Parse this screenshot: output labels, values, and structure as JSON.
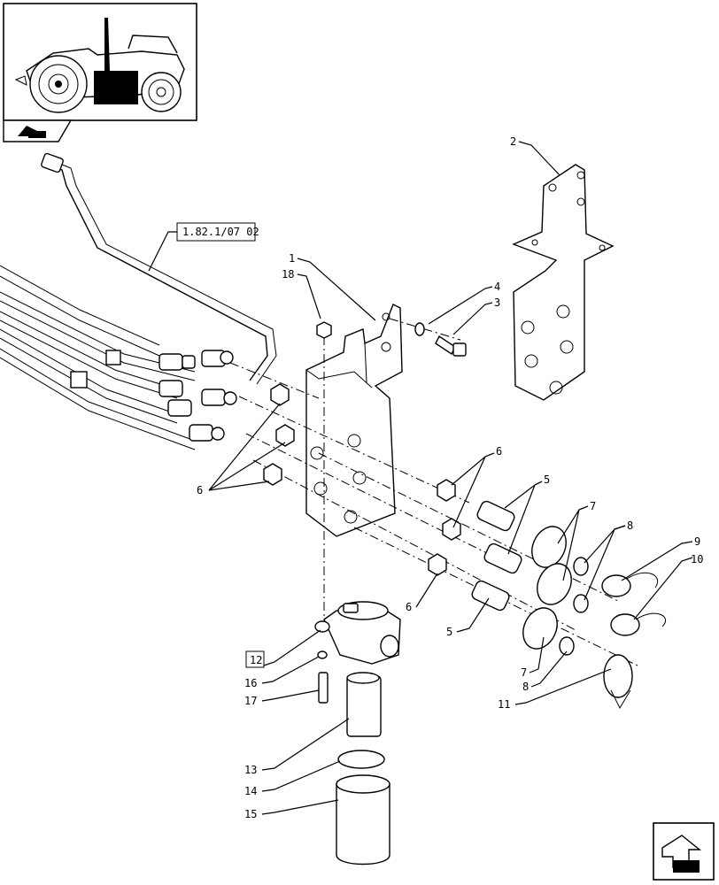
{
  "diagram": {
    "reference_label": "1.82.1/07 02",
    "boxed_callout": "12",
    "callouts": {
      "c1": "1",
      "c2": "2",
      "c3": "3",
      "c4": "4",
      "c5a": "5",
      "c5b": "5",
      "c6a": "6",
      "c6b": "6",
      "c6c": "6",
      "c7a": "7",
      "c7b": "7",
      "c8a": "8",
      "c8b": "8",
      "c9": "9",
      "c10": "10",
      "c11": "11",
      "c13": "13",
      "c14": "14",
      "c15": "15",
      "c16": "16",
      "c17": "17",
      "c18": "18"
    }
  }
}
